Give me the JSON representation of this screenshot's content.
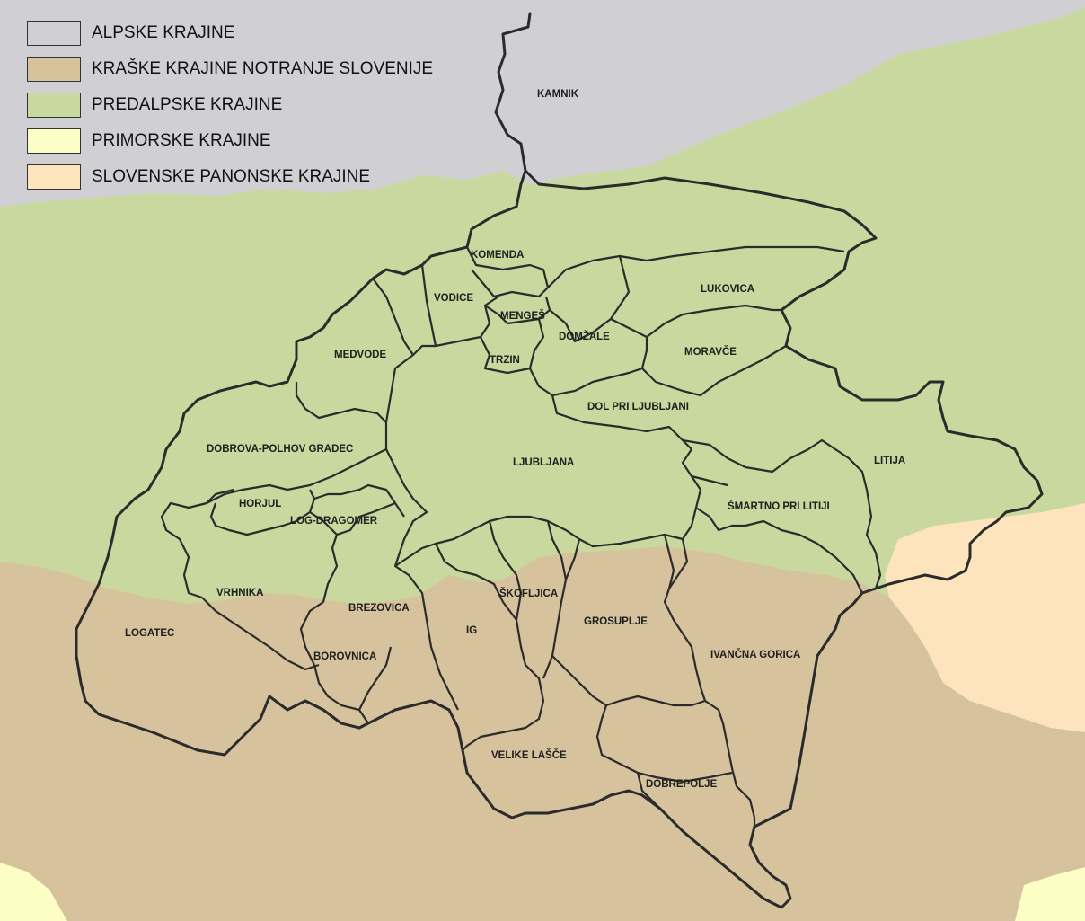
{
  "legend": {
    "items": [
      {
        "label": "ALPSKE KRAJINE",
        "color": "#d0d0d4"
      },
      {
        "label": "KRAŠKE KRAJINE NOTRANJE SLOVENIJE",
        "color": "#d6c29c"
      },
      {
        "label": "PREDALPSKE KRAJINE",
        "color": "#c8d89e"
      },
      {
        "label": "PRIMORSKE KRAJINE",
        "color": "#fdfdc6"
      },
      {
        "label": "SLOVENSKE PANONSKE KRAJINE",
        "color": "#fde4bd"
      }
    ]
  },
  "municipalities": [
    {
      "name": "KAMNIK"
    },
    {
      "name": "KOMENDA"
    },
    {
      "name": "VODICE"
    },
    {
      "name": "MENGEŠ"
    },
    {
      "name": "LUKOVICA"
    },
    {
      "name": "DOMŽALE"
    },
    {
      "name": "MORAVČE"
    },
    {
      "name": "TRZIN"
    },
    {
      "name": "MEDVODE"
    },
    {
      "name": "DOL PRI LJUBLJANI"
    },
    {
      "name": "DOBROVA-POLHOV GRADEC"
    },
    {
      "name": "LJUBLJANA"
    },
    {
      "name": "LITIJA"
    },
    {
      "name": "HORJUL"
    },
    {
      "name": "LOG-DRAGOMER"
    },
    {
      "name": "ŠMARTNO PRI LITIJI"
    },
    {
      "name": "VRHNIKA"
    },
    {
      "name": "ŠKOFLJICA"
    },
    {
      "name": "BREZOVICA"
    },
    {
      "name": "GROSUPLJE"
    },
    {
      "name": "LOGATEC"
    },
    {
      "name": "IG"
    },
    {
      "name": "IVANČNA GORICA"
    },
    {
      "name": "BOROVNICA"
    },
    {
      "name": "VELIKE LAŠČE"
    },
    {
      "name": "DOBREPOLJE"
    }
  ]
}
